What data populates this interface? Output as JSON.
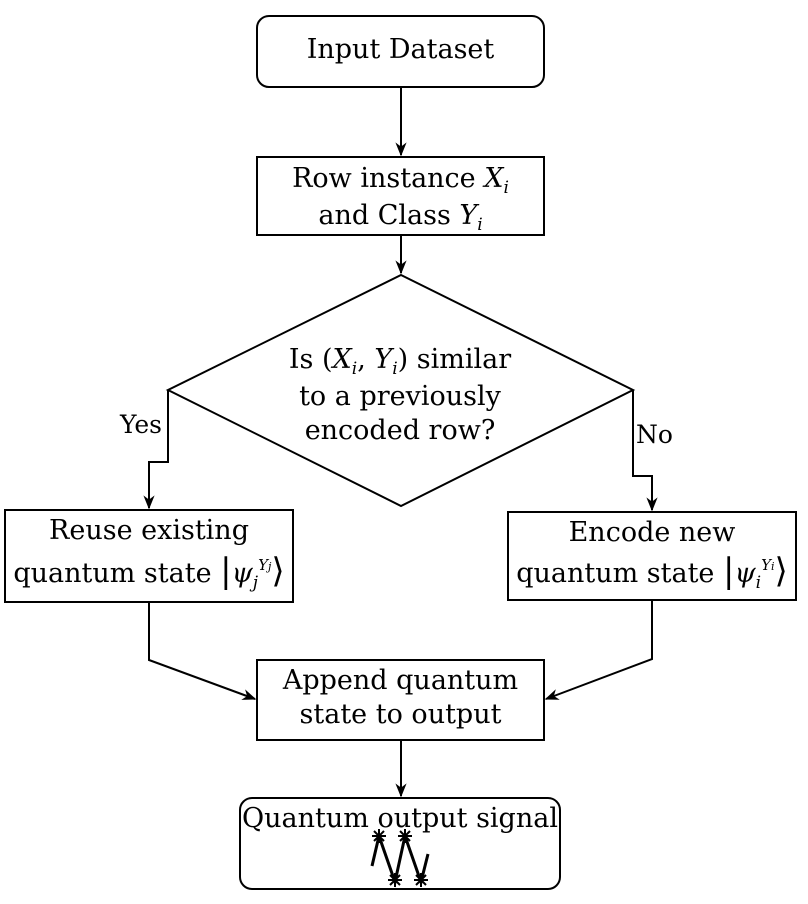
{
  "nodes": {
    "input": {
      "label": "Input Dataset"
    },
    "row": {
      "line1_prefix": "Row instance ",
      "line1_var": "X",
      "line1_sub": "i",
      "line2_prefix": "and Class ",
      "line2_var": "Y",
      "line2_sub": "i"
    },
    "decision": {
      "line1_prefix": "Is (",
      "var_x": "X",
      "sub_x": "i",
      "comma": ", ",
      "var_y": "Y",
      "sub_y": "i",
      "line1_suffix": ") similar",
      "line2": "to a previously",
      "line3": "encoded row?"
    },
    "reuse": {
      "line1": "Reuse existing",
      "line2_prefix": "quantum state ",
      "psi": "ψ",
      "psi_sub": "j",
      "psi_sup_var": "Y",
      "psi_sup_sub": "j"
    },
    "encode": {
      "line1": "Encode new",
      "line2_prefix": "quantum state ",
      "psi": "ψ",
      "psi_sub": "i",
      "psi_sup_var": "Y",
      "psi_sup_sub": "i"
    },
    "append": {
      "line1": "Append quantum",
      "line2": "state to output"
    },
    "output": {
      "label": "Quantum output signal"
    }
  },
  "edge_labels": {
    "yes": "Yes",
    "no": "No"
  },
  "colors": {
    "stroke": "#000000",
    "fill": "#ffffff"
  }
}
